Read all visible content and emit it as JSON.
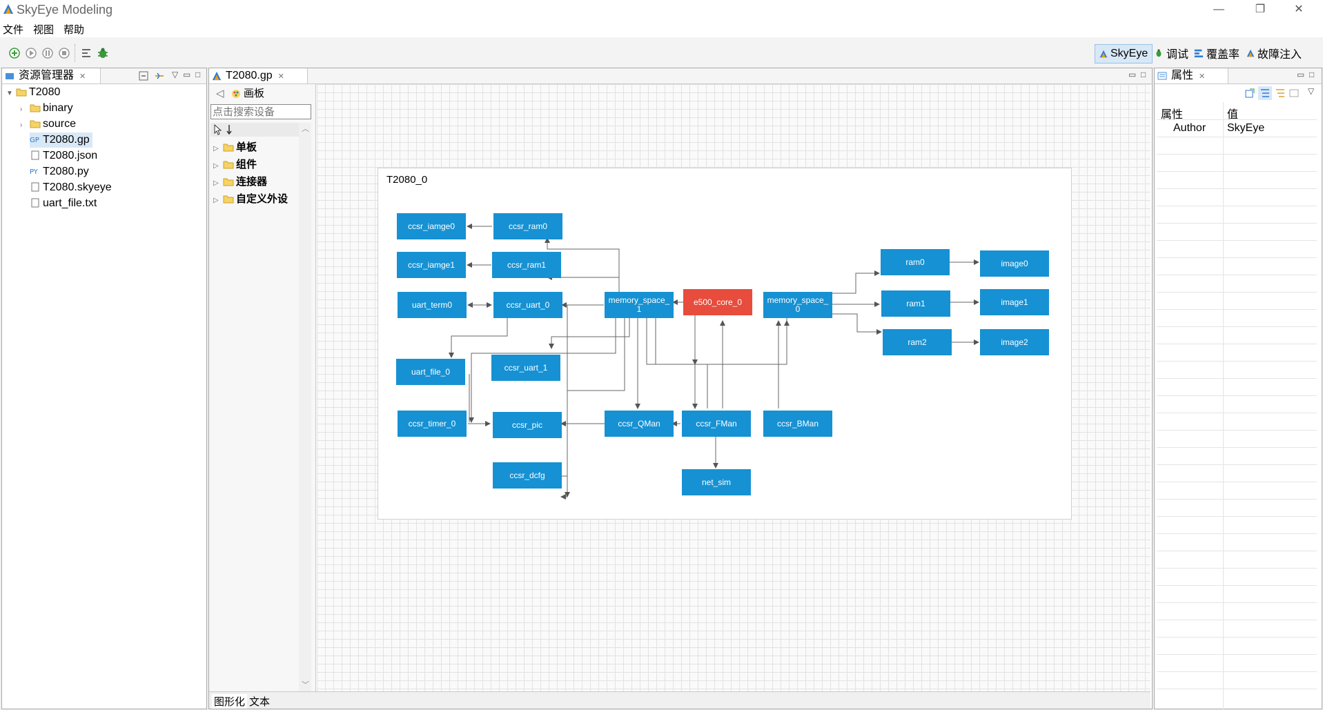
{
  "window": {
    "title": "SkyEye Modeling",
    "minimize": "—",
    "restore": "❐",
    "close": "✕"
  },
  "menu": [
    "文件",
    "视图",
    "帮助"
  ],
  "perspectives": [
    {
      "label": "SkyEye",
      "active": true
    },
    {
      "label": "调试",
      "active": false
    },
    {
      "label": "覆盖率",
      "active": false
    },
    {
      "label": "故障注入",
      "active": false
    }
  ],
  "explorer": {
    "tab": "资源管理器",
    "root": "T2080",
    "items": [
      {
        "label": "binary",
        "type": "folder"
      },
      {
        "label": "source",
        "type": "folder"
      },
      {
        "label": "T2080.gp",
        "type": "gp",
        "selected": true
      },
      {
        "label": "T2080.json",
        "type": "file"
      },
      {
        "label": "T2080.py",
        "type": "py"
      },
      {
        "label": "T2080.skyeye",
        "type": "file"
      },
      {
        "label": "uart_file.txt",
        "type": "file"
      }
    ]
  },
  "editor": {
    "tab": "T2080.gp",
    "palette": {
      "header": "画板",
      "search_placeholder": "点击搜索设备",
      "categories": [
        "单板",
        "组件",
        "连接器",
        "自定义外设"
      ]
    },
    "bottom_tabs": [
      "图形化",
      "文本"
    ]
  },
  "diagram": {
    "board_label": "T2080_0",
    "nodes": {
      "ccsr_iamge0": "ccsr_iamge0",
      "ccsr_ram0": "ccsr_ram0",
      "ccsr_iamge1": "ccsr_iamge1",
      "ccsr_ram1": "ccsr_ram1",
      "uart_term0": "uart_term0",
      "ccsr_uart_0": "ccsr_uart_0",
      "memory_space_1": "memory_space_\n1",
      "e500_core_0": "e500_core_0",
      "memory_space_0": "memory_space_\n0",
      "ram0": "ram0",
      "image0": "image0",
      "ram1": "ram1",
      "image1": "image1",
      "ram2": "ram2",
      "image2": "image2",
      "uart_file_0": "uart_file_0",
      "ccsr_uart_1": "ccsr_uart_1",
      "ccsr_timer_0": "ccsr_timer_0",
      "ccsr_pic": "ccsr_pic",
      "ccsr_QMan": "ccsr_QMan",
      "ccsr_FMan": "ccsr_FMan",
      "ccsr_BMan": "ccsr_BMan",
      "ccsr_dcfg": "ccsr_dcfg",
      "net_sim": "net_sim"
    },
    "colors": {
      "node": "#1691d3",
      "core": "#e74c3c",
      "edge": "#555555"
    }
  },
  "properties": {
    "tab": "属性",
    "col_name": "属性",
    "col_value": "值",
    "rows": [
      {
        "name": "Author",
        "value": "SkyEye"
      }
    ]
  }
}
